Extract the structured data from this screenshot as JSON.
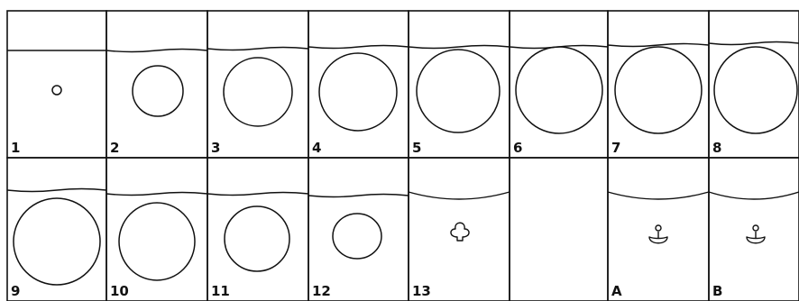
{
  "frames": [
    {
      "label": "1",
      "content": "bubble"
    },
    {
      "label": "2",
      "content": "bubble"
    },
    {
      "label": "3",
      "content": "bubble"
    },
    {
      "label": "4",
      "content": "bubble"
    },
    {
      "label": "5",
      "content": "bubble"
    },
    {
      "label": "6",
      "content": "bubble"
    },
    {
      "label": "7",
      "content": "bubble"
    },
    {
      "label": "8",
      "content": "bubble"
    },
    {
      "label": "9",
      "content": "bubble"
    },
    {
      "label": "10",
      "content": "bubble"
    },
    {
      "label": "11",
      "content": "bubble"
    },
    {
      "label": "12",
      "content": "bubble"
    },
    {
      "label": "13",
      "content": "jet"
    },
    {
      "label": "",
      "content": "empty"
    },
    {
      "label": "A",
      "content": "jet"
    },
    {
      "label": "B",
      "content": "jet"
    }
  ],
  "colors": {
    "line": "#111111",
    "background": "#ffffff"
  }
}
